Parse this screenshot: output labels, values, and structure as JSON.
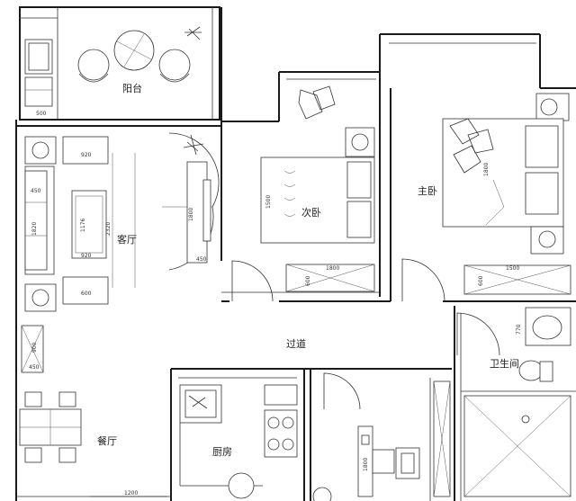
{
  "rooms": {
    "balcony": "阳台",
    "living_room": "客厅",
    "second_bedroom": "次卧",
    "master_bedroom": "主卧",
    "corridor": "过道",
    "bathroom": "卫生间",
    "dining_room": "餐厅",
    "kitchen": "厨房"
  },
  "dimensions": {
    "balcony_left": "500",
    "sofa_top": "920",
    "sofa_side": "450",
    "sofa_long": "1820",
    "coffee_table": "1176",
    "tv_wall": "2320",
    "tv_cabinet": "1800",
    "tv_depth": "450",
    "sofa_bottom": "920",
    "sofa_corner": "600",
    "bed_second": "1500",
    "wardrobe_second": "1800",
    "wardrobe_second_depth": "600",
    "bed_master": "1800",
    "wardrobe_master": "1500",
    "wardrobe_master_depth": "600",
    "cabinet_dining": "900",
    "cabinet_dining_depth": "450",
    "bath_basin": "770",
    "desk_width": "1800",
    "dining_bottom": "1200"
  },
  "colors": {
    "wall": "#1a1a1a",
    "line": "#333333",
    "background": "#ffffff"
  }
}
